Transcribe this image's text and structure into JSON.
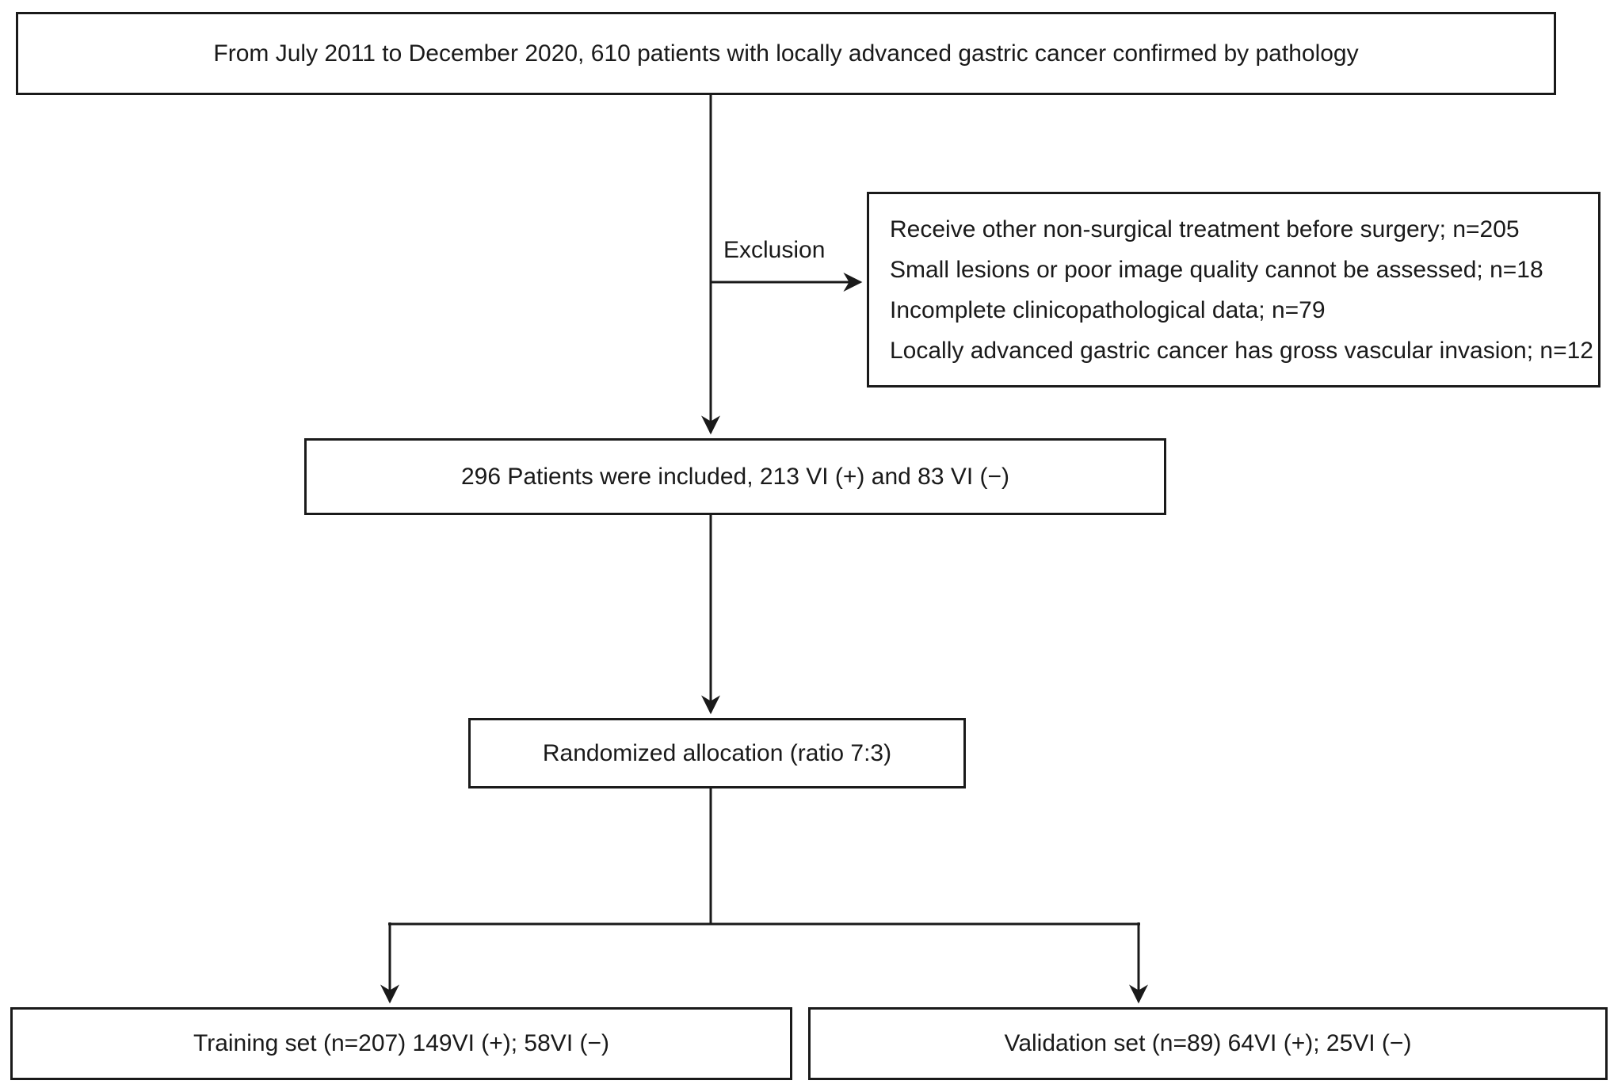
{
  "colors": {
    "ink": "#1a1a1a",
    "background": "#ffffff"
  },
  "flow": {
    "top_box": "From July 2011 to December 2020, 610 patients with locally advanced gastric cancer confirmed by pathology",
    "exclusion_label": "Exclusion",
    "exclusion_box": {
      "lines": [
        "Receive other non-surgical treatment before surgery; n=205",
        "Small lesions or poor image quality cannot be assessed; n=18",
        "Incomplete clinicopathological data; n=79",
        "Locally advanced gastric cancer has gross vascular invasion; n=12"
      ]
    },
    "included_box": "296 Patients were included, 213 VI (+) and 83 VI (−)",
    "randomized_box": "Randomized allocation (ratio 7:3)",
    "training_box": "Training set (n=207) 149VI (+); 58VI (−)",
    "validation_box": "Validation set (n=89) 64VI (+); 25VI (−)"
  }
}
